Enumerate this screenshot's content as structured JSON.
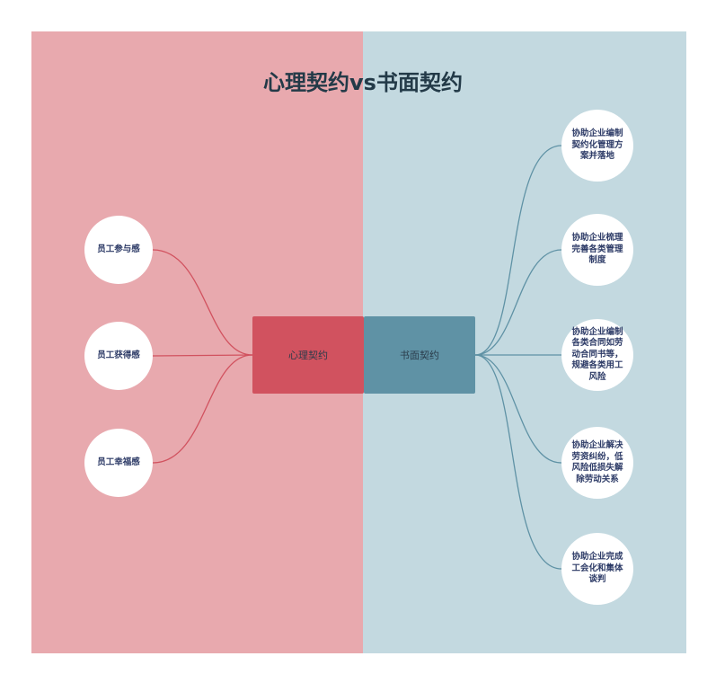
{
  "title": "心理契约vs书面契约",
  "left": {
    "label": "心理契约",
    "color": "#d1525f",
    "items": [
      "员工参与感",
      "员工获得感",
      "员工幸福感"
    ]
  },
  "right": {
    "label": "书面契约",
    "color": "#5f92a5",
    "items": [
      "协助企业编制契约化管理方案并落地",
      "协助企业梳理完善各类管理制度",
      "协助企业编制各类合同如劳动合同书等，规避各类用工风险",
      "协助企业解决劳资纠纷，低风险低损失解除劳动关系",
      "协助企业完成工会化和集体谈判"
    ]
  }
}
